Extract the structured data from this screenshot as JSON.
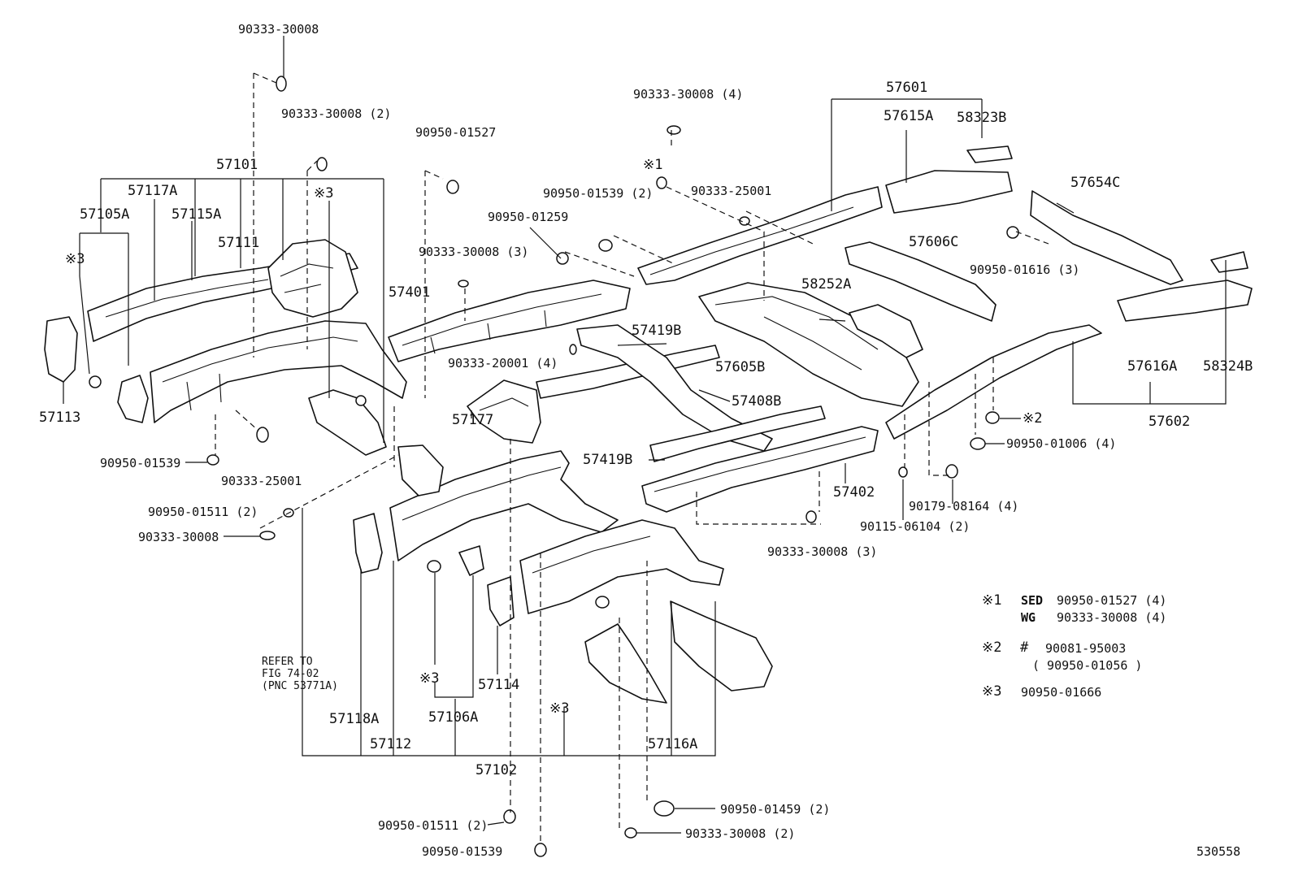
{
  "diagram_id": "530558",
  "labels": {
    "l_90333_30008_a": "90333-30008",
    "l_90333_30008_2a": "90333-30008 (2)",
    "l_90950_01527": "90950-01527",
    "l_90333_30008_4": "90333-30008 (4)",
    "l_57601": "57601",
    "l_57615A": "57615A",
    "l_58323B": "58323B",
    "l_note1_mark": "※1",
    "l_90950_01539_2a": "90950-01539 (2)",
    "l_90333_25001_a": "90333-25001",
    "l_57654C": "57654C",
    "l_57101": "57101",
    "l_57117A": "57117A",
    "l_57105A": "57105A",
    "l_57115A": "57115A",
    "l_mark3_a": "※3",
    "l_mark3_b": "※3",
    "l_57111": "57111",
    "l_90950_01259": "90950-01259",
    "l_90333_30008_3a": "90333-30008 (3)",
    "l_57606C": "57606C",
    "l_90950_01616_3": "90950-01616 (3)",
    "l_57401": "57401",
    "l_58252A": "58252A",
    "l_57419B_a": "57419B",
    "l_90333_20001_4": "90333-20001 (4)",
    "l_57605B": "57605B",
    "l_57616A": "57616A",
    "l_58324B": "58324B",
    "l_57408B": "57408B",
    "l_57113": "57113",
    "l_57177": "57177",
    "l_mark2_a": "※2",
    "l_57602": "57602",
    "l_90950_01006_4": "90950-01006 (4)",
    "l_57419B_b": "57419B",
    "l_90950_01539_b": "90950-01539",
    "l_90333_25001_b": "90333-25001",
    "l_57402": "57402",
    "l_90179_08164_4": "90179-08164 (4)",
    "l_90950_01511_2a": "90950-01511 (2)",
    "l_90115_06104_2": "90115-06104 (2)",
    "l_90333_30008_b": "90333-30008",
    "l_90333_30008_3b": "90333-30008 (3)",
    "l_note1": "※1",
    "l_sed": "SED",
    "l_sed_pn": "90950-01527 (4)",
    "l_wg": "WG",
    "l_wg_pn": "90333-30008 (4)",
    "l_note2": "※2",
    "l_hash": "#",
    "l_note2_pn": "90081-95003",
    "l_note2_pn2": "( 90950-01056 )",
    "l_note3": "※3",
    "l_note3_pn": "90950-01666",
    "l_refer1": "REFER TO",
    "l_refer2": "FIG 74-02",
    "l_refer3": "(PNC 53771A)",
    "l_mark3_c": "※3",
    "l_57114": "57114",
    "l_mark3_d": "※3",
    "l_57118A": "57118A",
    "l_57106A": "57106A",
    "l_57112": "57112",
    "l_57116A": "57116A",
    "l_57102": "57102",
    "l_90950_01459_2": "90950-01459 (2)",
    "l_90950_01511_2b": "90950-01511 (2)",
    "l_90333_30008_2b": "90333-30008 (2)",
    "l_90950_01539_c": "90950-01539",
    "l_code": "530558"
  }
}
